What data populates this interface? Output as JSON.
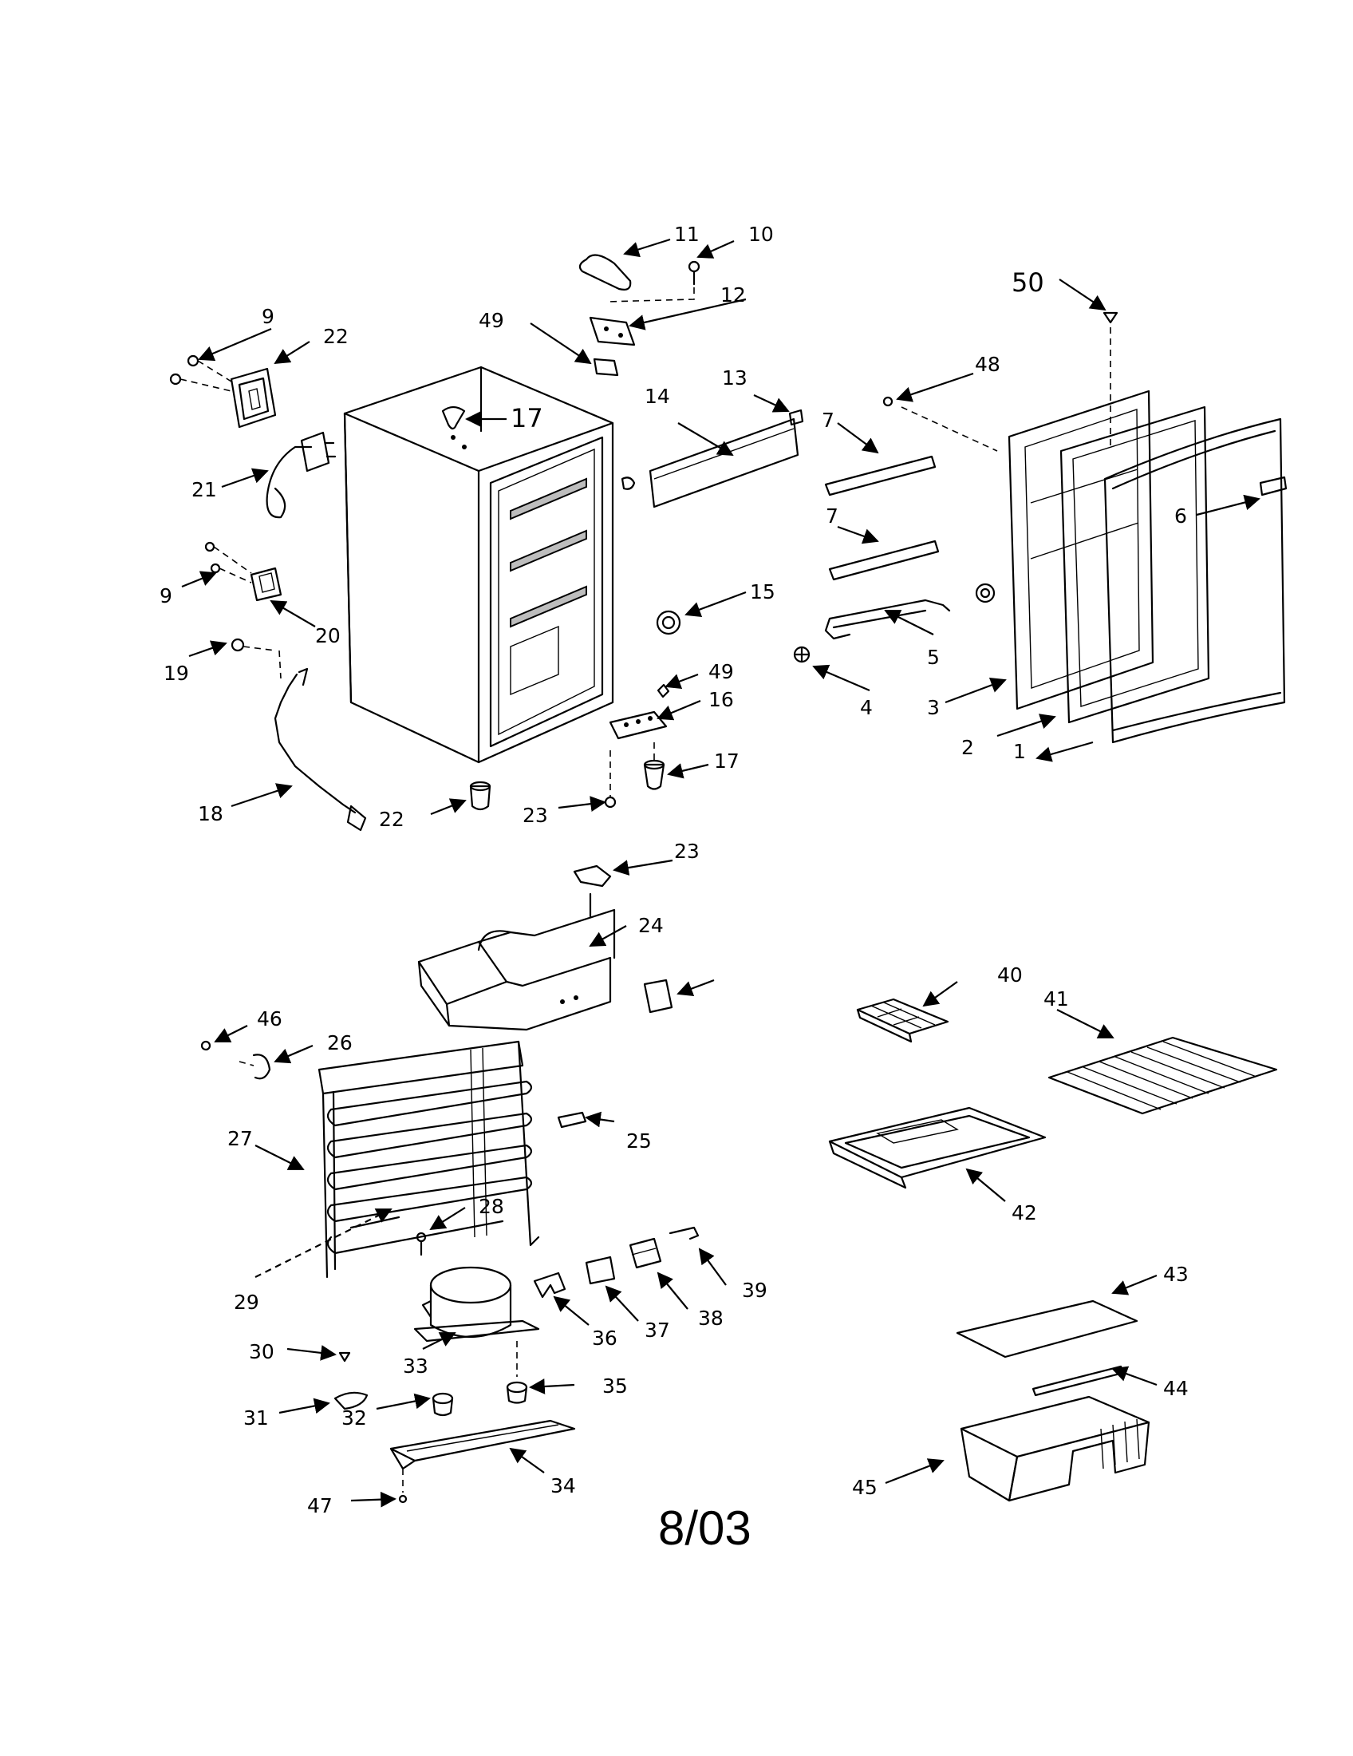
{
  "diagram": {
    "date_code": "8/03",
    "part_labels": {
      "p1": "1",
      "p2": "2",
      "p3": "3",
      "p4": "4",
      "p5": "5",
      "p6": "6",
      "p7a": "7",
      "p7b": "7",
      "p9a": "9",
      "p9b": "9",
      "p10": "10",
      "p11": "11",
      "p12": "12",
      "p13": "13",
      "p14": "14",
      "p15": "15",
      "p16": "16",
      "p17a": "17",
      "p17b": "17",
      "p18": "18",
      "p19": "19",
      "p20": "20",
      "p21": "21",
      "p22a": "22",
      "p22b": "22",
      "p23a": "23",
      "p23b": "23",
      "p24": "24",
      "p25": "25",
      "p26": "26",
      "p27": "27",
      "p28": "28",
      "p29": "29",
      "p30": "30",
      "p31": "31",
      "p32": "32",
      "p33": "33",
      "p34": "34",
      "p35": "35",
      "p36": "36",
      "p37": "37",
      "p38": "38",
      "p39": "39",
      "p40": "40",
      "p41": "41",
      "p42": "42",
      "p43": "43",
      "p44": "44",
      "p45": "45",
      "p46": "46",
      "p47": "47",
      "p48": "48",
      "p49a": "49",
      "p49b": "49",
      "p50": "50"
    }
  }
}
